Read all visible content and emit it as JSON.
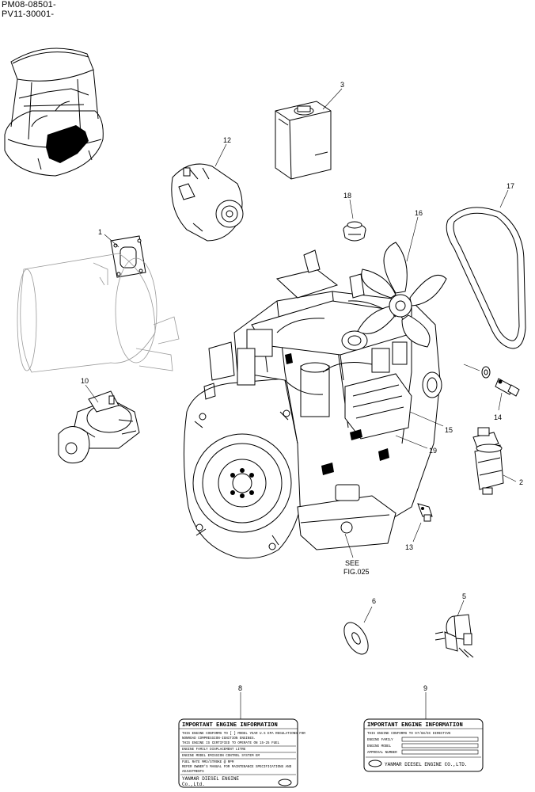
{
  "header": {
    "serial_1": "PM08-08501-",
    "serial_2": "PV11-30001-"
  },
  "callouts": {
    "c1": "1",
    "c2": "2",
    "c3": "3",
    "c5": "5",
    "c6": "6",
    "c8": "8",
    "c9": "9",
    "c10": "10",
    "c12": "12",
    "c13": "13",
    "c14": "14",
    "c15": "15",
    "c16": "16",
    "c17": "17",
    "c18": "18",
    "c19": "19"
  },
  "reference": {
    "see": "SEE",
    "fig": "FIG.025"
  },
  "label_8": {
    "title": "IMPORTANT ENGINE INFORMATION",
    "line1": "THIS ENGINE CONFORMS TO [ ] MODEL YEAR U.S EPA REGULATIONS FOR",
    "line2": "NONROAD COMPRESSION-IGNITION ENGINES.",
    "line3": "THIS ENGINE IS CERTIFIED TO OPERATE ON 15-25 FUEL",
    "line4": "ENGINE FAMILY                    DISPLACEMENT          LITRE",
    "line5": "ENGINE MODEL                     EMISSION CONTROL SYSTEM   EM",
    "line6": "FUEL RATE          MM3/STROKE @          RPM",
    "line7": "REFER OWNER'S MANUAL FOR MAINTENANCE SPECIFICATIONS AND",
    "line8": "ADJUSTMENTS",
    "footer1": "YANMAR DIESEL ENGINE",
    "footer2": "Co.,Ltd."
  },
  "label_9": {
    "title": "IMPORTANT ENGINE INFORMATION",
    "line1": "THIS ENGINE CONFORMS TO 97/68/EC DIRECTIVE",
    "line2": "ENGINE FAMILY",
    "line3": "ENGINE MODEL",
    "line4": "APPROVAL NUMBER",
    "footer": "YANMAR DIESEL ENGINE CO.,LTD."
  }
}
